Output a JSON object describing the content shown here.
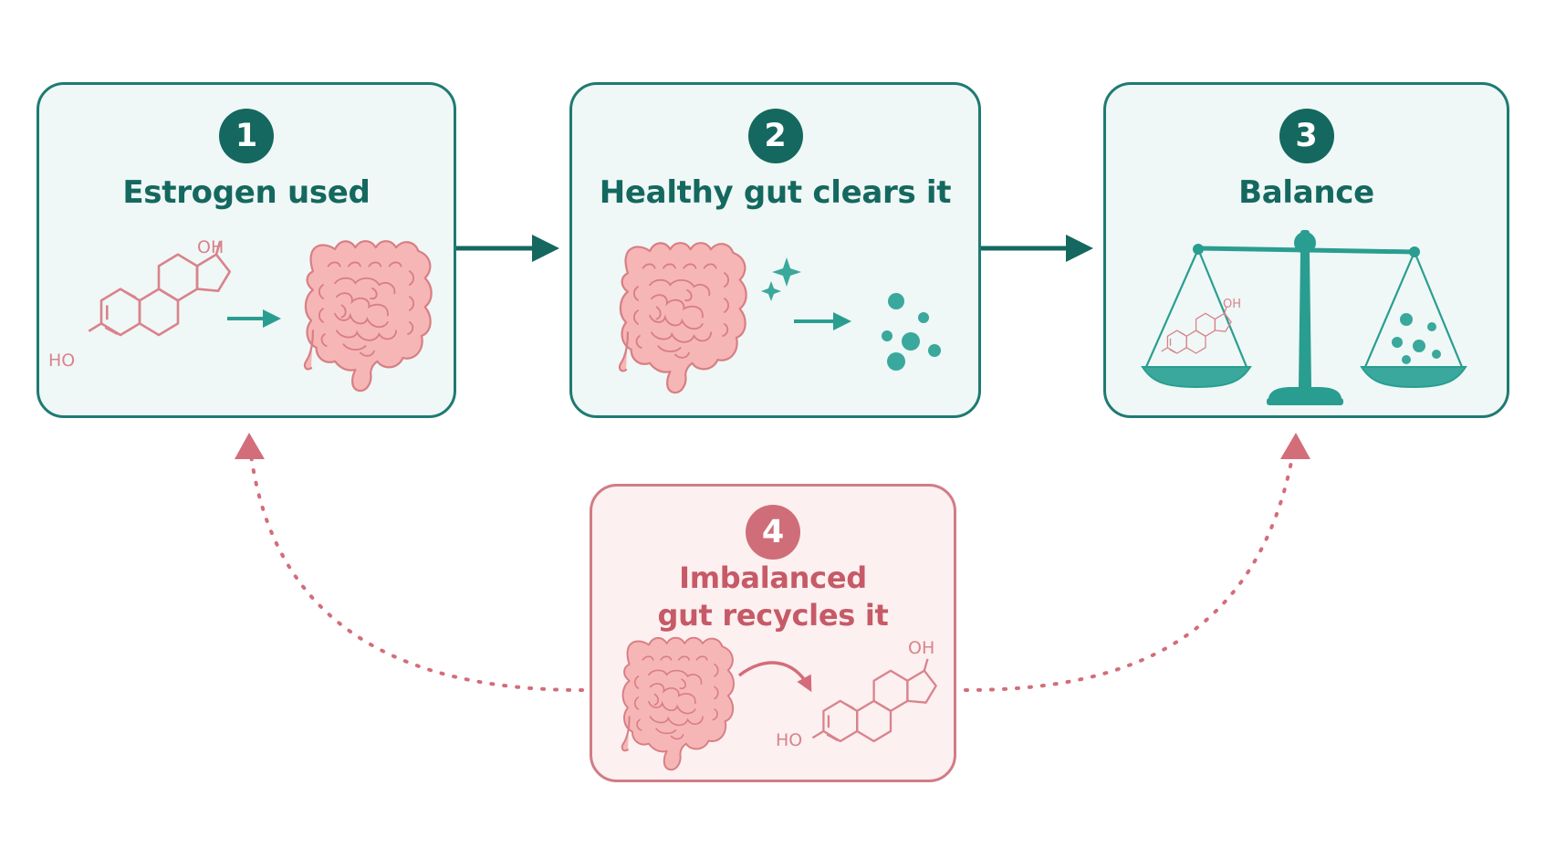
{
  "steps": [
    {
      "number": "1",
      "title": "Estrogen used"
    },
    {
      "number": "2",
      "title": "Healthy gut clears it"
    },
    {
      "number": "3",
      "title": "Balance"
    },
    {
      "number": "4",
      "title": "Imbalanced gut recycles it"
    }
  ],
  "molecule_labels": {
    "hydroxyl_top": "OH",
    "hydroxyl_bottom": "HO"
  },
  "colors": {
    "teal": "#14685f",
    "teal_light": "#3aa89c",
    "pink": "#d17c86",
    "pink_fill": "#f7b6b6",
    "box_teal_bg": "#eff8f6",
    "box_pink_bg": "#fcf0f0"
  }
}
